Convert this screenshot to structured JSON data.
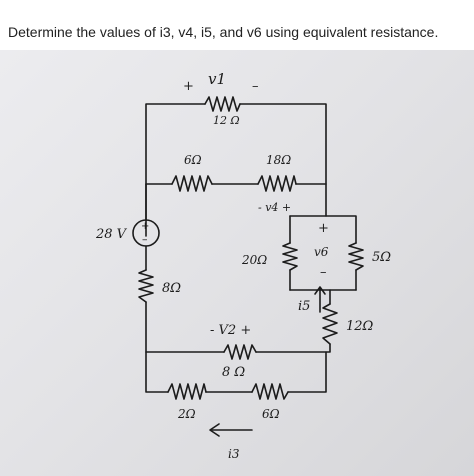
{
  "question": "Determine the values of i3, v4, i5, and v6 using equivalent resistance.",
  "labels": {
    "v1_plus": "+",
    "v1_name": "v1",
    "v1_minus": "–",
    "r12_top": "12 Ω",
    "r6": "6Ω",
    "r18": "18Ω",
    "v4_label": "- v4 +",
    "v6_plus": "+",
    "v6_name": "v6",
    "v6_minus": "–",
    "r20": "20Ω",
    "r5": "5Ω",
    "source_value": "28 V",
    "source_plus": "+",
    "source_minus": "–",
    "r8_left": "8Ω",
    "i5_name": "i5",
    "r12_right": "12Ω",
    "v2_label": "- V2 +",
    "r8_mid": "8 Ω",
    "r2": "2Ω",
    "r6_bottom": "6Ω",
    "i3_name": "i3"
  }
}
